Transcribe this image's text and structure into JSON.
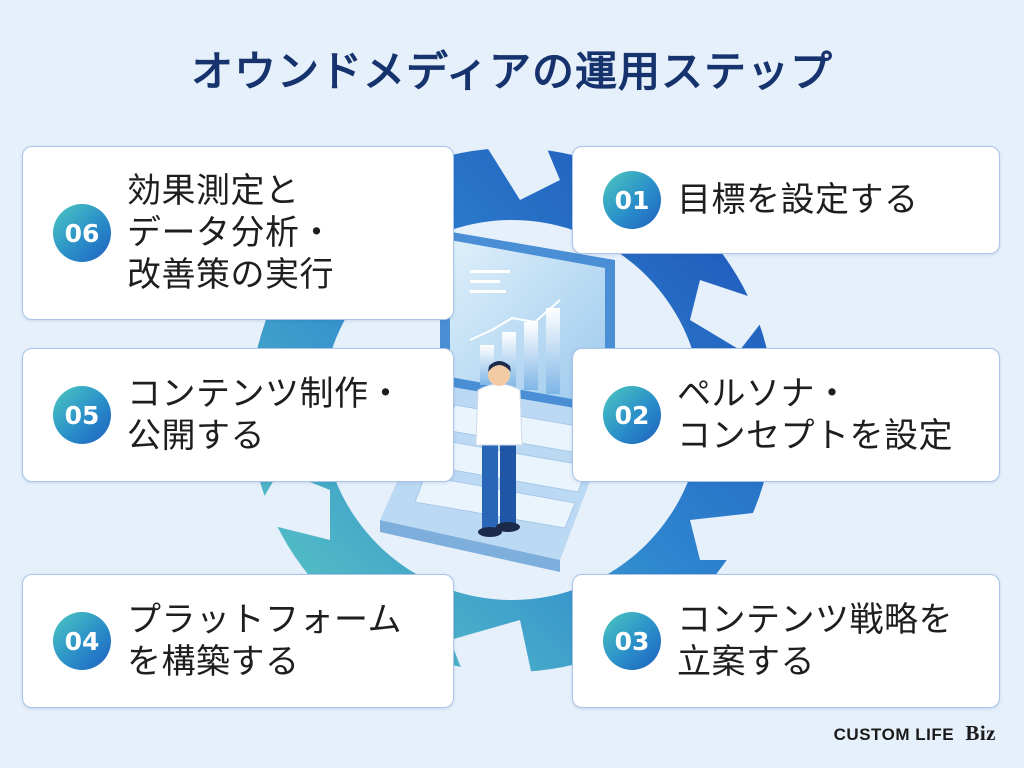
{
  "title": "オウンドメディアの運用ステップ",
  "steps": [
    {
      "number": "01",
      "lines": [
        "目標を設定する"
      ]
    },
    {
      "number": "02",
      "lines": [
        "ペルソナ・",
        "コンセプトを設定"
      ]
    },
    {
      "number": "03",
      "lines": [
        "コンテンツ戦略を",
        "立案する"
      ]
    },
    {
      "number": "04",
      "lines": [
        "プラットフォーム",
        "を構築する"
      ]
    },
    {
      "number": "05",
      "lines": [
        "コンテンツ制作・",
        "公開する"
      ]
    },
    {
      "number": "06",
      "lines": [
        "効果測定と",
        "データ分析・",
        "改善策の実行"
      ]
    }
  ],
  "logo": {
    "part1": "CUSTOM",
    "part2": "LIFE",
    "part3": "Biz"
  },
  "colors": {
    "title": "#16336e",
    "ring_light": "#5fd0c2",
    "ring_dark": "#1c4fb8",
    "card_border": "#a9c4e8",
    "background": "#e6f0fb"
  },
  "icons": [
    "cycle-arrow-ring",
    "laptop-illustration",
    "person-illustration",
    "bar-chart-icon"
  ]
}
